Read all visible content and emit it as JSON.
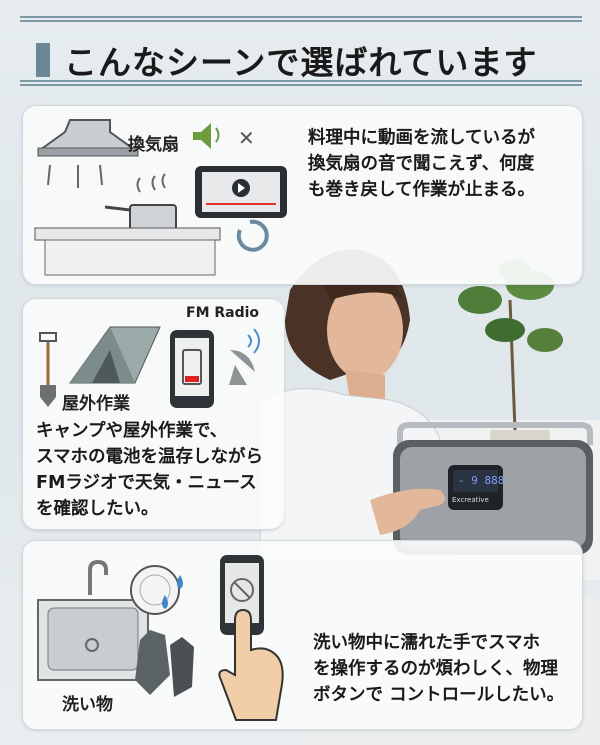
{
  "header": {
    "title": "こんなシーンで選ばれています"
  },
  "scenes": [
    {
      "label": "換気扇",
      "lines": [
        "料理中に動画を流しているが",
        "換気扇の音で聞こえず、何度",
        "も巻き戻して作業が止まる。"
      ]
    },
    {
      "label": "屋外作業",
      "icon_label": "FM Radio",
      "lines": [
        "キャンプや屋外作業で、",
        "スマホの電池を温存しながら",
        "FMラジオで天気・ニュース",
        "を確認したい。"
      ]
    },
    {
      "label": "洗い物",
      "lines": [
        "洗い物中に濡れた手でスマホ",
        "を操作するのが煩わしく、物理",
        "ボタンで コントロールしたい。"
      ]
    }
  ],
  "radio": {
    "display": "- 9 888",
    "brand": "Excreative"
  },
  "colors": {
    "accent": "#6b8796",
    "battery_low": "#e02020",
    "wave": "#4a8fd0"
  }
}
